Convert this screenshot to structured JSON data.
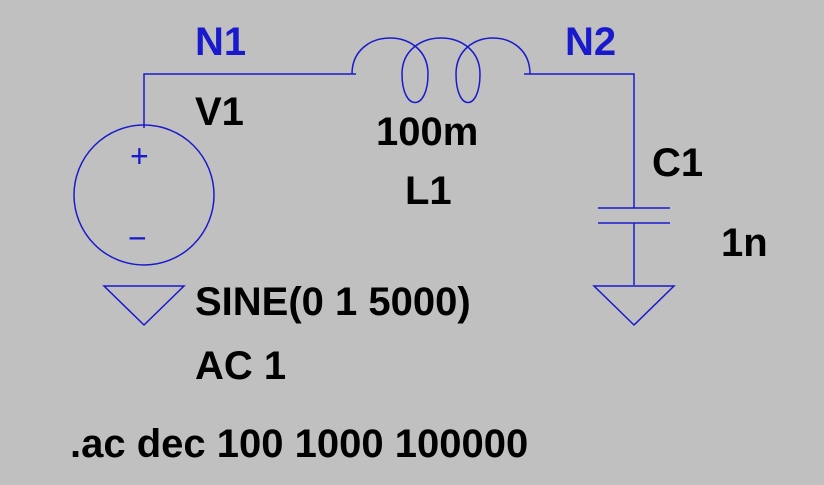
{
  "colors": {
    "background": "#c0c0c0",
    "wire": "#1a1acd",
    "net_label": "#1a1acd",
    "text": "#000000"
  },
  "nets": {
    "n1": "N1",
    "n2": "N2"
  },
  "components": {
    "v1": {
      "name": "V1",
      "value": "SINE(0 1 5000)",
      "ac": "AC 1",
      "plus_sign": "+",
      "minus_sign": "−"
    },
    "l1": {
      "name": "L1",
      "value": "100m"
    },
    "c1": {
      "name": "C1",
      "value": "1n"
    }
  },
  "directive": ".ac dec 100 1000 100000"
}
